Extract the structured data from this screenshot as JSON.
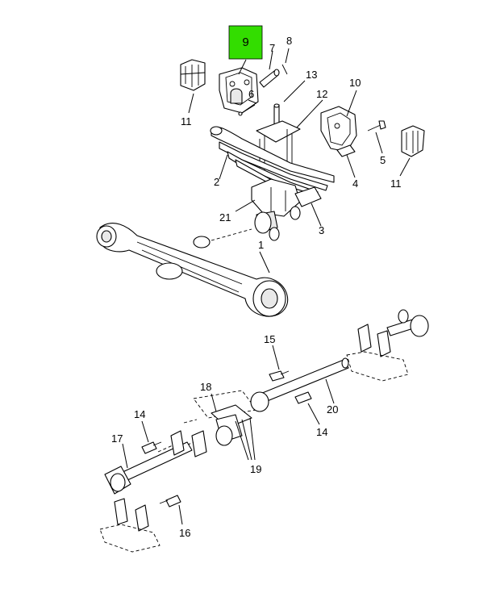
{
  "highlight": {
    "label": "9",
    "color": "#33dd00"
  },
  "callouts": {
    "c1": "1",
    "c2": "2",
    "c3": "3",
    "c4": "4",
    "c5": "5",
    "c6": "6",
    "c7": "7",
    "c8": "8",
    "c10": "10",
    "c11a": "11",
    "c11b": "11",
    "c12": "12",
    "c13": "13",
    "c14a": "14",
    "c14b": "14",
    "c15": "15",
    "c16": "16",
    "c17": "17",
    "c18": "18",
    "c19": "19",
    "c20": "20",
    "c21": "21"
  },
  "colors": {
    "line": "#000000",
    "background": "#ffffff",
    "shade": "#e9e9e9"
  }
}
